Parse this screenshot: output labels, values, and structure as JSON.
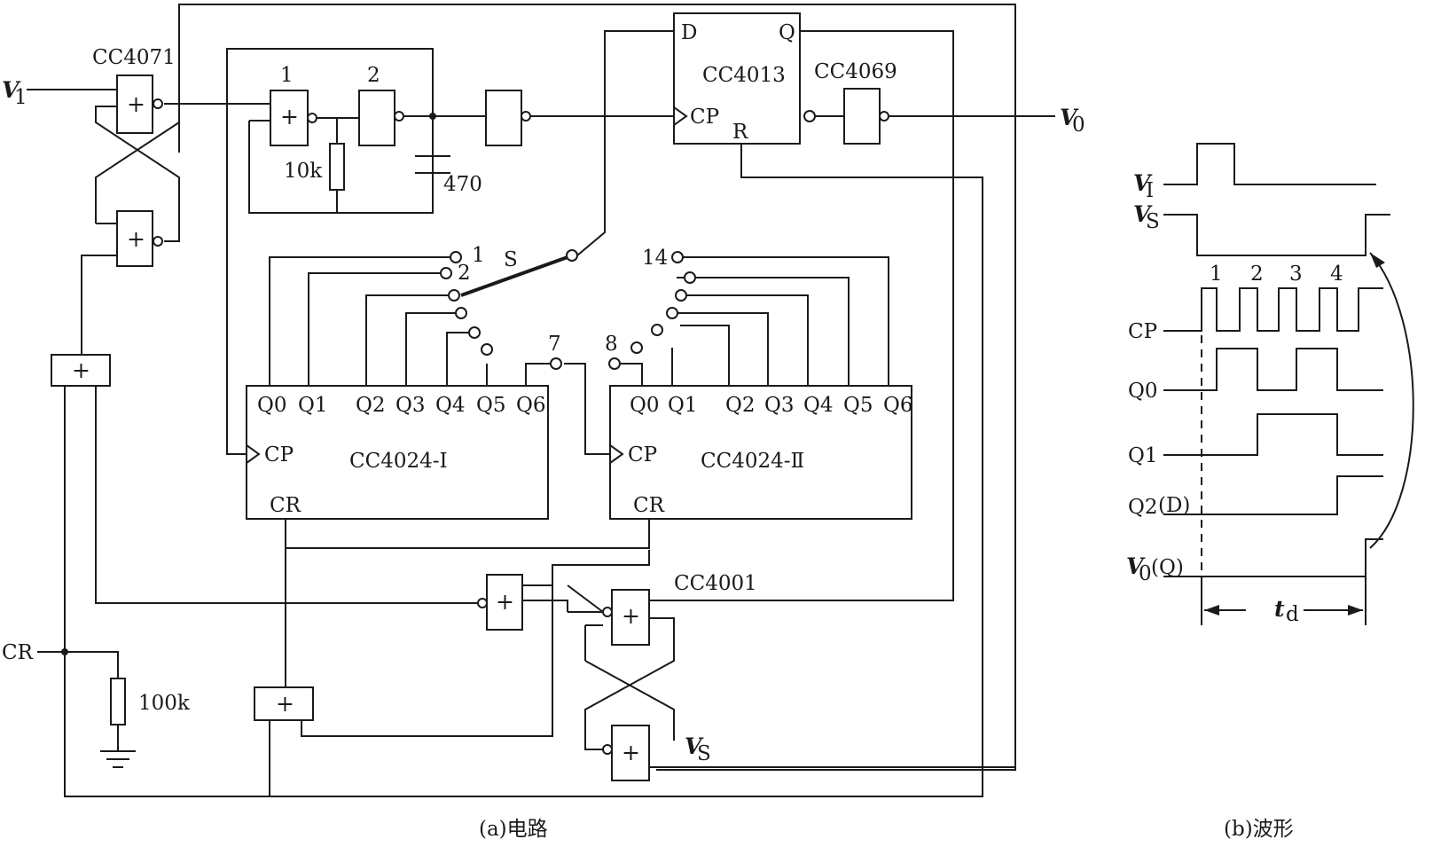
{
  "circuit": {
    "chips": {
      "or_input": "CC4071",
      "flipflop": "CC4013",
      "inverter": "CC4069",
      "nor": "CC4001",
      "counter1": "CC4024-Ⅰ",
      "counter2": "CC4024-Ⅱ"
    },
    "signals": {
      "vi_v": "V",
      "vi_sub": "1",
      "vo_v": "V",
      "vo_sub": "0",
      "cr": "CR",
      "vs_v": "V",
      "vs_sub": "S"
    },
    "gate_numbers": {
      "g1": "1",
      "g2": "2"
    },
    "gate_symbol": "+",
    "components": {
      "r_osc": "10k",
      "c_osc": "470",
      "r_cr": "100k"
    },
    "ff_pins": {
      "d": "D",
      "q": "Q",
      "cp": "CP",
      "r": "R"
    },
    "counter1_pins": {
      "outputs": [
        "Q0",
        "Q1",
        "Q2",
        "Q3",
        "Q4",
        "Q5",
        "Q6"
      ],
      "cp": "CP",
      "cr": "CR"
    },
    "counter2_pins": {
      "outputs": [
        "Q0",
        "Q1",
        "Q2",
        "Q3",
        "Q4",
        "Q5",
        "Q6"
      ],
      "cp": "CP",
      "cr": "CR"
    },
    "switch": {
      "name": "S",
      "labels": {
        "p1": "1",
        "p2": "2",
        "p7": "7",
        "p8": "8",
        "p14": "14"
      }
    },
    "caption": "(a)电路"
  },
  "waveform": {
    "labels": {
      "vi_v": "V",
      "vi_sub": "I",
      "vs_v": "V",
      "vs_sub": "S",
      "cp": "CP",
      "q0": "Q0",
      "q1": "Q1",
      "q2": "Q2",
      "q2_note": "(D)",
      "vo_v": "V",
      "vo_sub": "0",
      "vo_note": "(Q)"
    },
    "pulse_numbers": [
      "1",
      "2",
      "3",
      "4"
    ],
    "td_t": "t",
    "td_sub": "d",
    "caption": "(b)波形"
  }
}
